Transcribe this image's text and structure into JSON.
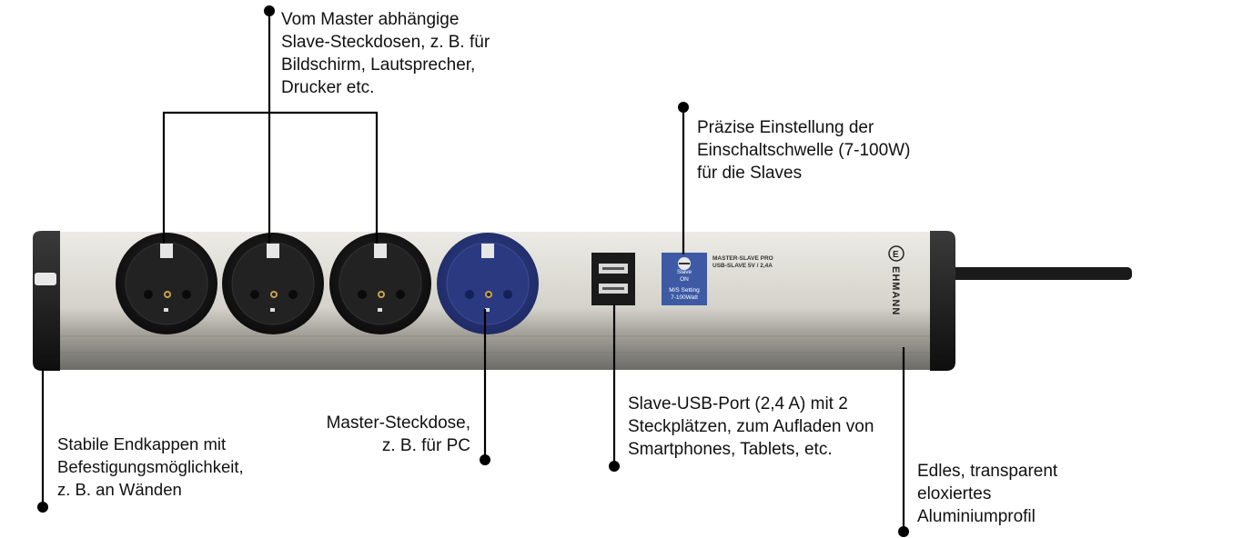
{
  "callouts": {
    "slaves": "Vom Master abhängige\nSlave-Steckdosen, z. B. für\nBildschirm, Lautsprecher,\nDrucker etc.",
    "threshold": "Präzise Einstellung der\nEinschaltschwelle (7-100W)\nfür die Slaves",
    "endcaps": "Stabile Endkappen mit\nBefestigungsmöglichkeit,\nz. B. an Wänden",
    "master": "Master-Steckdose,\nz. B. für PC",
    "usb": "Slave-USB-Port (2,4 A) mit 2\nSteckplätzen, zum Aufladen von\nSmartphones, Tablets, etc.",
    "profile": "Edles, transparent\neloxiertes\nAluminiumprofil"
  },
  "device": {
    "plate_text": "MASTER-SLAVE PRO\nUSB-SLAVE 5V / 2,4A",
    "switch_text_top": "Slave\nON",
    "switch_text_bottom": "M/S Setting\n7-100Watt",
    "brand": "EHMANN",
    "colors": {
      "aluminium": "#d9d7d0",
      "endcap": "#1e1e1e",
      "socket_black": "#1b1b1b",
      "socket_master": "#2f3f86",
      "switch_blue": "#3e5aa5"
    }
  }
}
